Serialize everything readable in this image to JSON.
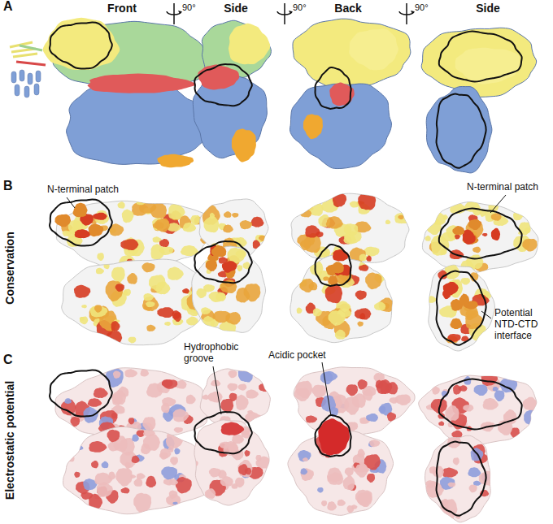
{
  "diagram": {
    "labels": [
      "A",
      "Front",
      "90°",
      "Side",
      "90°",
      "Back",
      "90°",
      "Side",
      "B",
      "N-terminal patch",
      "N-terminal patch",
      "Conservation",
      "Potential NTD-CTD interface",
      "C",
      "Electrostatic potential",
      "Hydrophobic groove",
      "Acidic pocket"
    ]
  }
}
